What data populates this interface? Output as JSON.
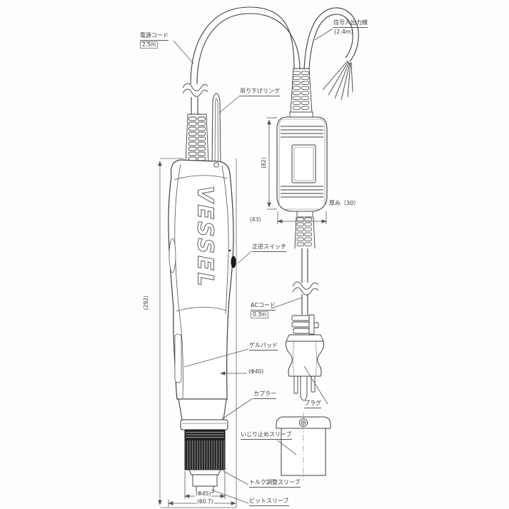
{
  "diagram": {
    "brand": "VESSEL",
    "labels": {
      "power_cord": "電源コード",
      "power_cord_len": "2.5m",
      "signal_line": "信号入出力線",
      "signal_line_len": "(2.4m)",
      "hanging_ring": "吊り下げリング",
      "forward_reverse_switch": "正逆スイッチ",
      "ac_cord": "ACコード",
      "ac_cord_len": "0.3m",
      "gel_pad": "ゲルパッド",
      "coupler": "カプラー",
      "plug": "プラグ",
      "tamper_proof_sleeve": "いじり止めスリーブ",
      "torque_adjust_sleeve": "トルク調整スリーブ",
      "bit_sleeve": "ビットスリーブ"
    },
    "dimensions": {
      "driver_height": "(292)",
      "driver_dia": "(Φ40)",
      "sleeve_dia": "(Φ45)",
      "base_width": "(60.7)",
      "box_height": "(82)",
      "box_width": "(43)",
      "box_thickness": "厚み（30）"
    }
  }
}
